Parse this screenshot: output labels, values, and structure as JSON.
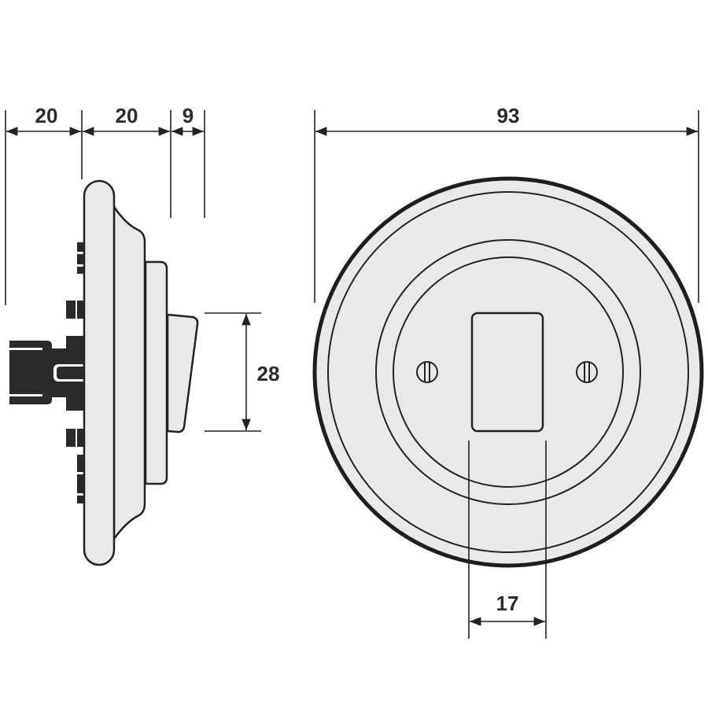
{
  "dimensions": {
    "side_depth_1": "20",
    "side_depth_2": "20",
    "side_depth_3": "9",
    "rocker_height": "28",
    "diameter": "93",
    "rocker_width": "17"
  },
  "colors": {
    "body_fill": "#e8eaea",
    "outline": "#222222",
    "connector": "#2a2a2a"
  }
}
